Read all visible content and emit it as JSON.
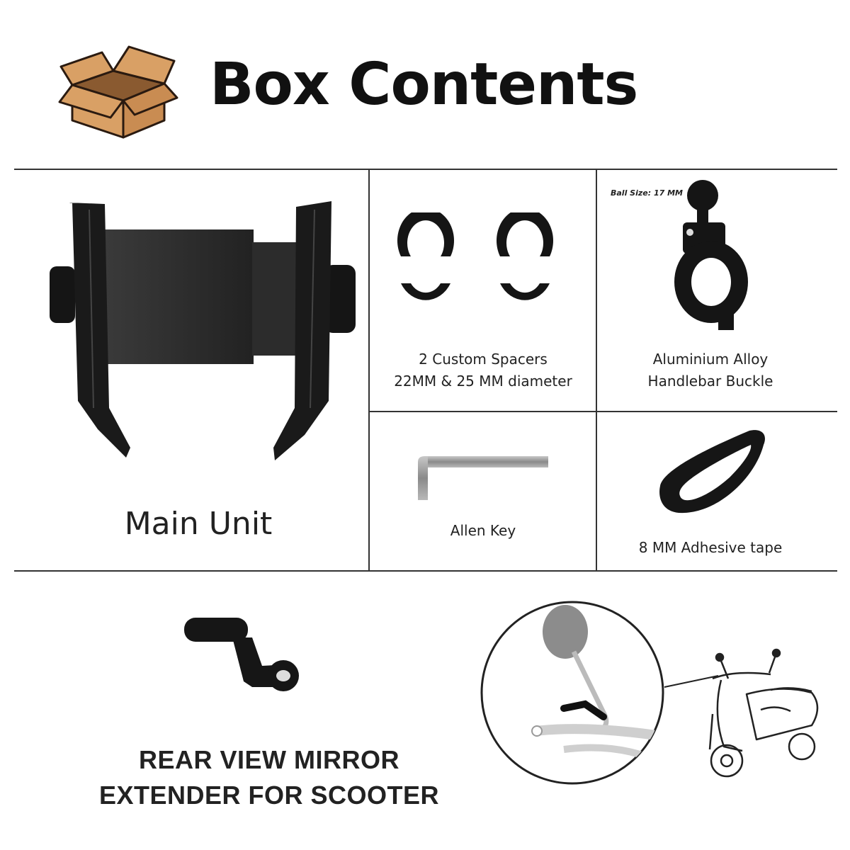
{
  "header": {
    "title": "Box Contents",
    "box_icon": "open-cardboard-box-icon"
  },
  "items": {
    "main_unit": {
      "label": "Main Unit",
      "icon": "phone-holder-icon"
    },
    "spacers": {
      "line1": "2 Custom Spacers",
      "line2": "22MM & 25 MM diameter",
      "icon": "spacer-rings-icon"
    },
    "buckle": {
      "line1": "Aluminium Alloy",
      "line2": "Handlebar Buckle",
      "ball_size": "Ball Size: 17 MM",
      "icon": "handlebar-buckle-icon"
    },
    "allen_key": {
      "label": "Allen Key",
      "icon": "allen-key-icon"
    },
    "tape": {
      "label": "8 MM Adhesive tape",
      "icon": "adhesive-tape-icon"
    },
    "extender": {
      "line1": "REAR VIEW MIRROR",
      "line2": "EXTENDER FOR SCOOTER",
      "icon": "mirror-extender-icon"
    },
    "scooter_illustration": {
      "icon": "scooter-mirror-illustration-icon"
    }
  },
  "colors": {
    "box": "#d9a065",
    "product": "#1c1c1c",
    "divider": "#333333"
  }
}
